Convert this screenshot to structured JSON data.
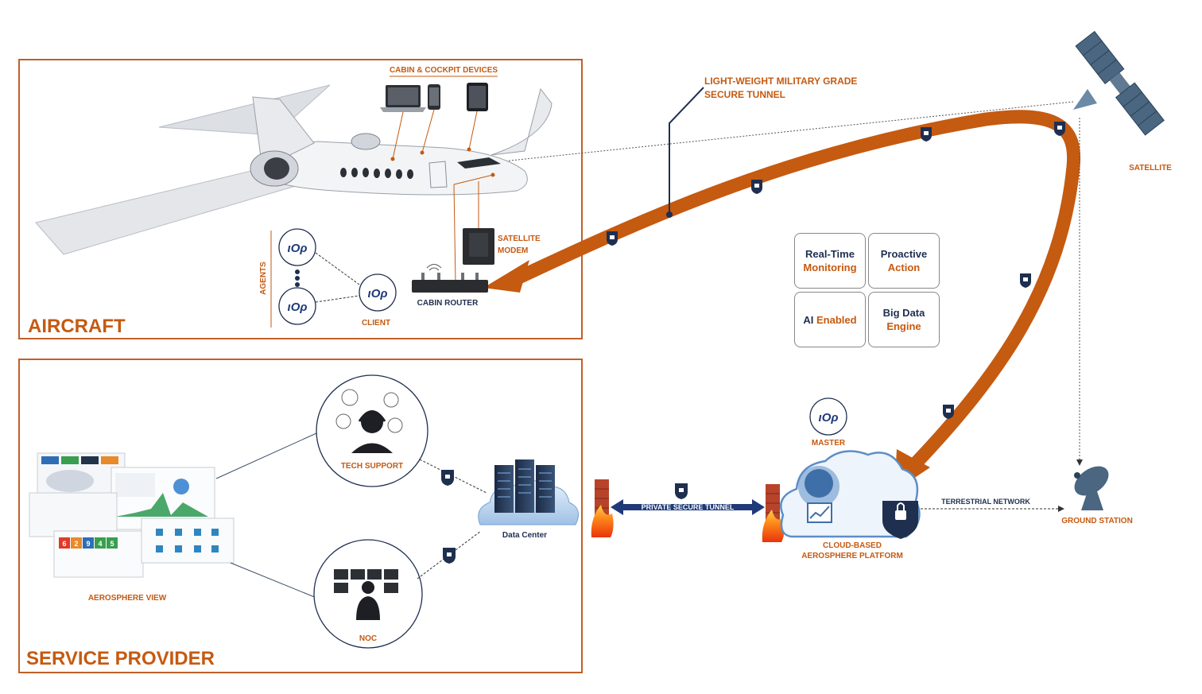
{
  "aircraft": {
    "title": "AIRCRAFT",
    "cabin_devices": "CABIN & COCKPIT DEVICES",
    "satellite_modem_line1": "SATELLITE",
    "satellite_modem_line2": "MODEM",
    "cabin_router": "CABIN ROUTER",
    "agents": "AGENTS",
    "client": "CLIENT"
  },
  "tunnel": {
    "line1": "LIGHT-WEIGHT MILITARY GRADE",
    "line2": "SECURE TUNNEL"
  },
  "satellite": "SATELLITE",
  "features": [
    {
      "line1": "Real-Time",
      "line2": "Monitoring"
    },
    {
      "line1": "Proactive",
      "line2": "Action"
    },
    {
      "line1": "AI",
      "line2": "Enabled"
    },
    {
      "line1": "Big Data",
      "line2": "Engine"
    }
  ],
  "service_provider": {
    "title": "SERVICE PROVIDER",
    "tech_support": "TECH SUPPORT",
    "noc": "NOC",
    "data_center": "Data Center",
    "aerosphere_view": "AEROSPHERE VIEW",
    "private_tunnel": "PRIVATE SECURE TUNNEL"
  },
  "platform": {
    "master": "MASTER",
    "cloud_line1": "CLOUD-BASED",
    "cloud_line2": "AEROSPHERE PLATFORM",
    "terrestrial": "TERRESTRIAL NETWORK",
    "ground_station": "GROUND STATION"
  },
  "dashboard_tiles": [
    "6",
    "2",
    "9",
    "4",
    "5"
  ],
  "colors": {
    "brand_orange": "#c55a11",
    "navy": "#1f2f50",
    "box_border": "#c0602a",
    "tunnel_blue": "#1f3a78"
  }
}
